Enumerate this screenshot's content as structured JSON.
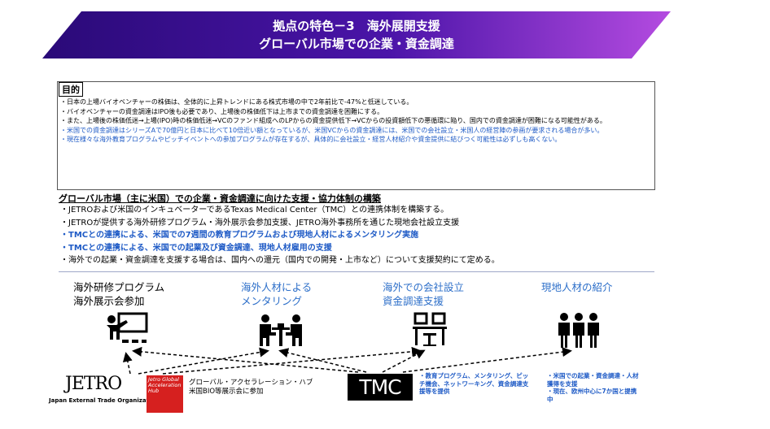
{
  "banner": {
    "title_line1": "拠点の特色－3　海外展開支援",
    "title_line2": "グローバル市場での企業・資金調達"
  },
  "purpose": {
    "label": "目的",
    "lines": [
      {
        "text": "・日本の上場バイオベンチャーの株価は、全体的に上昇トレンドにある株式市場の中で2年前比で-47%と低迷している。",
        "color": "black"
      },
      {
        "text": "・バイオベンチャーの資金調達はIPO後も必要であり、上場後の株価低下は上市までの資金調達を困難にする。",
        "color": "black"
      },
      {
        "text": "・また、上場後の株価低迷→上場(IPO)時の株価低迷→VCのファンド組成へのLPからの資金提供低下→VCからの投資額低下の悪循環に陥り、国内での資金調達が困難になる可能性がある。",
        "color": "black"
      },
      {
        "text": "・米国での資金調達はシリーズAで70億円と日本に比べて10倍近い額となっているが、米国VCからの資金調達には、米国での会社設立・米国人の経営陣の参画が要求される場合が多い。",
        "color": "blue"
      },
      {
        "text": "・現在様々な海外教育プログラムやピッチイベントへの参加プログラムが存在するが、具体的に会社設立・経営人材紹介や資金提供に結びつく可能性は必ずしも高くない。",
        "color": "blue"
      }
    ]
  },
  "support": {
    "heading": "グローバル市場（主に米国）での企業・資金調達に向けた支援・協力体制の構築",
    "bullets": [
      {
        "text": "・JETROおよび米国のインキュベーターであるTexas Medical Center（TMC）との連携体制を構築する。",
        "style": "normal"
      },
      {
        "text": "・JETROが提供する海外研修プログラム・海外展示会参加支援、JETRO海外事務所を通じた現地会社設立支援",
        "style": "normal"
      },
      {
        "text": "・TMCとの連携による、米国での7週間の教育プログラムおよび現地人材によるメンタリング実施",
        "style": "bold-blue"
      },
      {
        "text": "・TMCとの連携による、米国での起業及び資金調達、現地人材雇用の支援",
        "style": "bold-blue"
      },
      {
        "text": "・海外での起業・資金調達を支援する場合は、国内への還元（国内での開発・上市など）について支援契約にて定める。",
        "style": "normal"
      }
    ]
  },
  "diagram": {
    "col1": {
      "line1": "海外研修プログラム",
      "line2": "海外展示会参加",
      "icon": "presentation-icon"
    },
    "col2": {
      "line1": "海外人材による",
      "line2": "メンタリング",
      "icon": "meeting-icon"
    },
    "col3": {
      "line1": "海外での会社設立",
      "line2": "資金調達支援",
      "icon": "office-desk-icon"
    },
    "col4": {
      "line1": "現地人材の紹介",
      "line2": "",
      "icon": "people-group-icon"
    },
    "jetro": {
      "logo": "JETRO",
      "sub": "Japan External Trade Organization"
    },
    "hub": {
      "logo": "Jetro Global Acceleration Hub",
      "line1": "グローバル・アクセラレーション・ハブ",
      "line2": "米国BIO等展示会に参加"
    },
    "tmc": {
      "logo": "TMC",
      "line1": "・教育プログラム、メンタリング、ピッチ機会、ネットワーキング、資金調達支援等を提供"
    },
    "right": {
      "line1": "・米国での起業・資金調達・人材獲得を支援",
      "line2": "・現在、欧州中心に7か国と提携中"
    }
  }
}
